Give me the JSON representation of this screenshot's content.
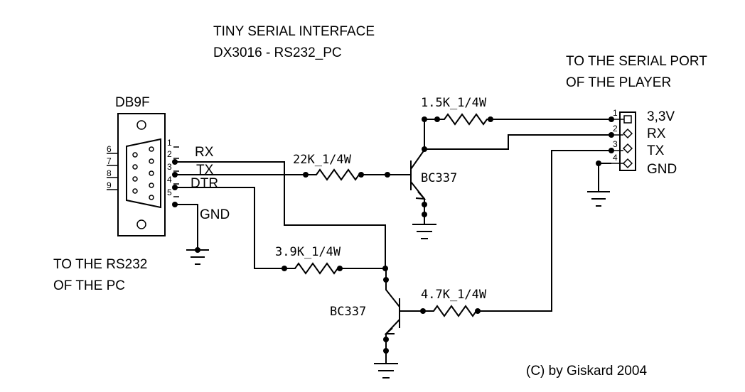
{
  "title": {
    "line1": "TINY SERIAL INTERFACE",
    "line2": "DX3016  - RS232_PC"
  },
  "db9": {
    "name": "DB9F",
    "pins_right": [
      "1",
      "2",
      "3",
      "4",
      "5"
    ],
    "pins_left": [
      "6",
      "7",
      "8",
      "9"
    ],
    "signals": [
      "RX",
      "TX",
      "DTR",
      "GND"
    ],
    "caption_line1": "TO THE RS232",
    "caption_line2": "OF THE PC"
  },
  "player": {
    "caption_line1": "TO THE SERIAL PORT",
    "caption_line2": "OF THE PLAYER",
    "pins": [
      "1",
      "2",
      "3",
      "4"
    ],
    "labels": [
      "3,3V",
      "RX",
      "TX",
      "GND"
    ]
  },
  "components": {
    "r1": "1.5K_1/4W",
    "r2": "22K_1/4W",
    "r3": "3.9K_1/4W",
    "r4": "4.7K_1/4W",
    "q1": "BC337",
    "q2": "BC337"
  },
  "copyright": "(C) by Giskard 2004"
}
